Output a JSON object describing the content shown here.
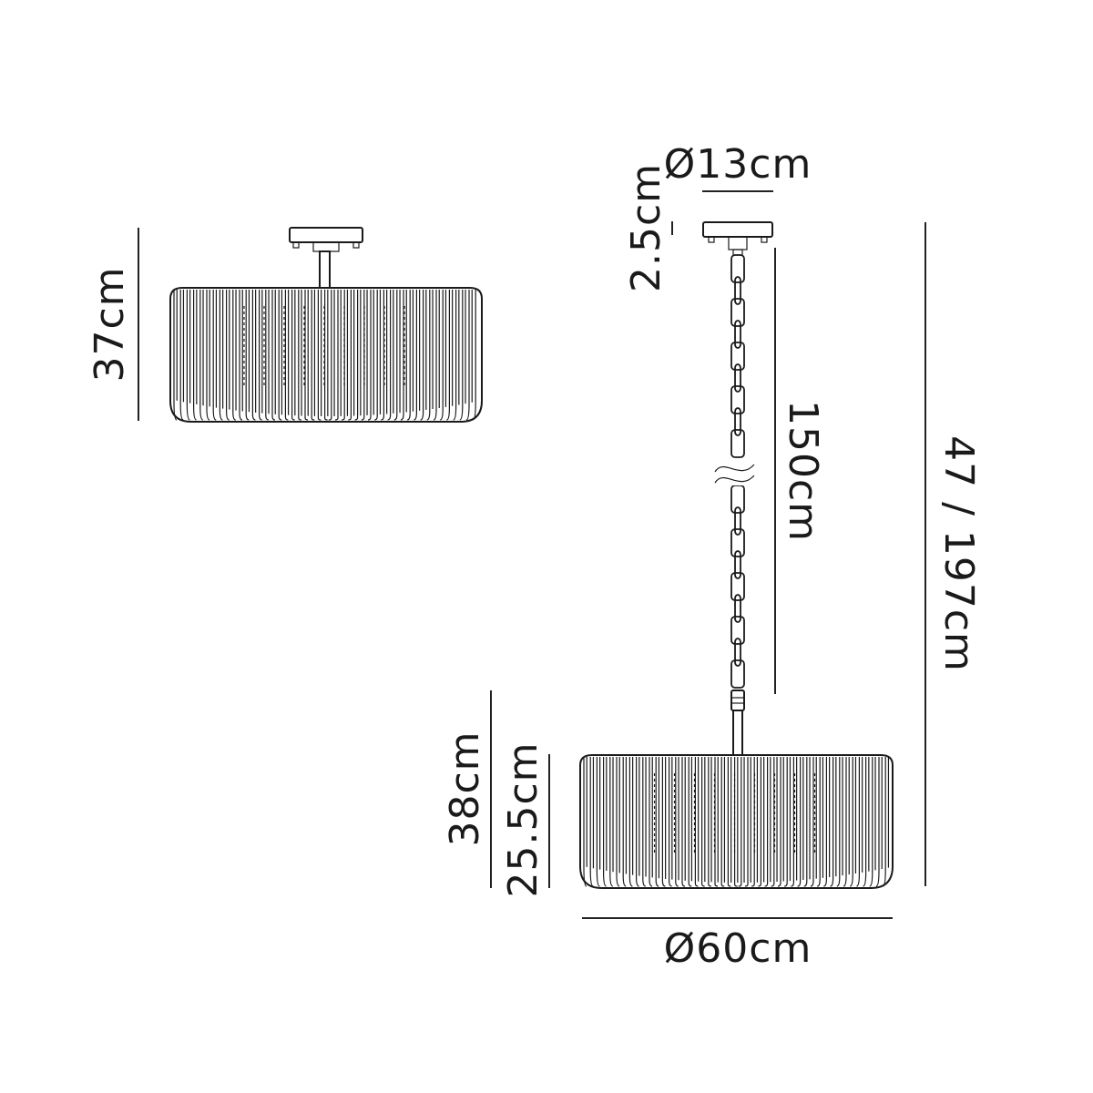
{
  "dimensions": {
    "flush_height": "37cm",
    "canopy_diameter": "Ø13cm",
    "canopy_height": "2.5cm",
    "chain_length": "150cm",
    "total_height": "47 / 197cm",
    "pendant_height": "38cm",
    "shade_height": "25.5cm",
    "shade_diameter": "Ø60cm"
  }
}
